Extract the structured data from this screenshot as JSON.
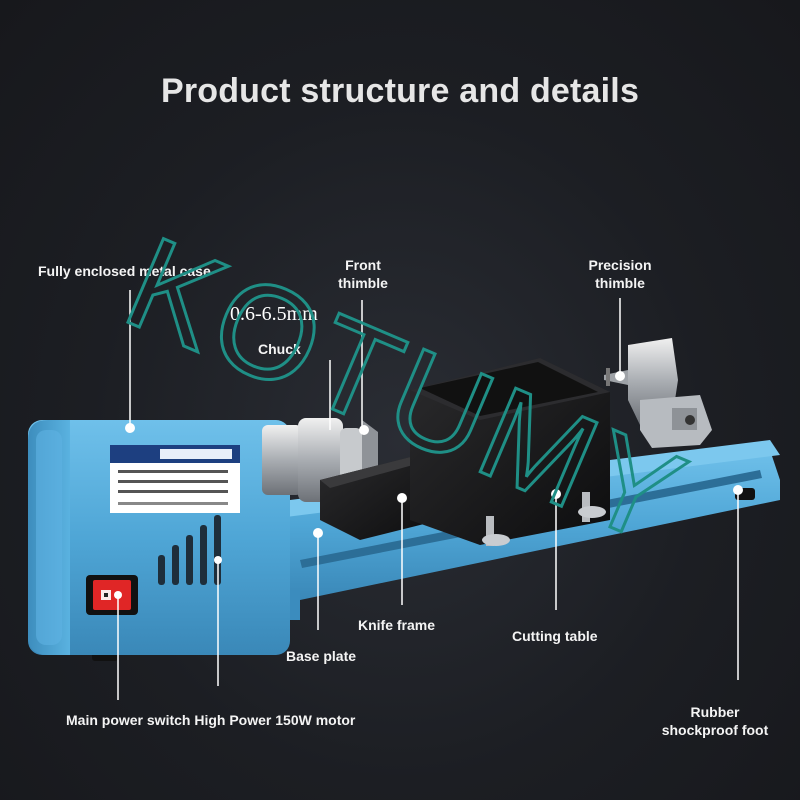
{
  "title": "Product structure and details",
  "labels": {
    "metal_case": "Fully enclosed metal case",
    "front_thimble_line1": "Front",
    "front_thimble_line2": "thimble",
    "dimension": "0.6-6.5mm",
    "chuck": "Chuck",
    "precision_thimble_line1": "Precision",
    "precision_thimble_line2": "thimble",
    "knife_frame": "Knife frame",
    "cutting_table": "Cutting table",
    "base_plate": "Base plate",
    "main_switch_motor": "Main power switch High Power 150W motor",
    "rubber_foot_line1": "Rubber",
    "rubber_foot_line2": "shockproof foot"
  },
  "watermark": "KOTUMY",
  "colors": {
    "background": "#1b1d22",
    "body_blue": "#4fa6d6",
    "switch_red": "#e02626",
    "watermark": "#1f8f86"
  }
}
